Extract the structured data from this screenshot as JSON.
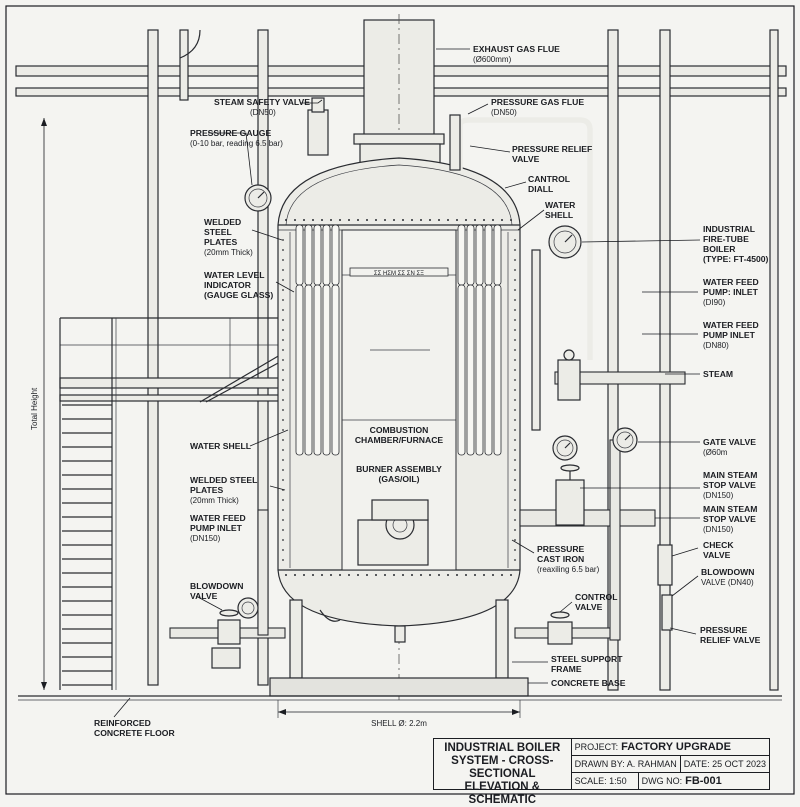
{
  "labels": {
    "exhaust_flue": "EXHAUST GAS FLUE",
    "exhaust_flue_sub": "(Ø600mm)",
    "steam_safety_valve": "STEAM SAFETY VALVE",
    "steam_safety_valve_sub": "(DN50)",
    "pressure_gas_flue": "PRESSURE GAS FLUE",
    "pressure_gas_flue_sub": "(DN50)",
    "pressure_gauge": "PRESSURE GAUGE",
    "pressure_gauge_sub": "(0-10 bar, reading 6.5 bar)",
    "pressure_relief_valve_top_1": "PRESSURE RELIEF",
    "pressure_relief_valve_top_2": "VALVE",
    "control_diall_1": "CANTROL",
    "control_diall_2": "DIALL",
    "water_shell_top_1": "WATER",
    "water_shell_top_2": "SHELL",
    "welded_plates_top_1": "WELDED",
    "welded_plates_top_2": "STEEL",
    "welded_plates_top_3": "PLATES",
    "welded_plates_top_sub": "(20mm Thick)",
    "industrial_boiler_1": "INDUSTRIAL",
    "industrial_boiler_2": "FIRE-TUBE",
    "industrial_boiler_3": "BOILER",
    "industrial_boiler_4": "(TYPE: FT-4500)",
    "water_level_1": "WATER LEVEL",
    "water_level_2": "INDICATOR",
    "water_level_3": "(GAUGE GLASS)",
    "feed_pump_upper_1": "WATER FEED",
    "feed_pump_upper_2": "PUMP: INLET",
    "feed_pump_upper_sub": "(DI90)",
    "feed_pump_lower_1": "WATER FEED",
    "feed_pump_lower_2": "PUMP INLET",
    "feed_pump_lower_sub": "(DN80)",
    "steam": "STEAM",
    "total_height": "Total Height",
    "water_shell_mid": "WATER SHELL",
    "combustion_1": "COMBUSTION",
    "combustion_2": "CHAMBER/FURNACE",
    "burner_1": "BURNER ASSEMBLY",
    "burner_2": "(GAS/OIL)",
    "gate_valve": "GATE VALVE",
    "gate_valve_sub": "(Ø60m",
    "welded_plates_bottom_1": "WELDED STEEL",
    "welded_plates_bottom_2": "PLATES",
    "welded_plates_bottom_sub": "(20mm Thick)",
    "main_stop_upper_1": "MAIN STEAM",
    "main_stop_upper_2": "STOP VALVE",
    "main_stop_upper_sub": "(DN150)",
    "main_stop_lower_1": "MAIN STEAM",
    "main_stop_lower_2": "STOP VALVE",
    "main_stop_lower_sub": "(DN150)",
    "feed_pump_left_1": "WATER FEED",
    "feed_pump_left_2": "PUMP INLET",
    "feed_pump_left_sub": "(DN150)",
    "pressure_cast_iron_1": "PRESSURE",
    "pressure_cast_iron_2": "CAST IRON",
    "pressure_cast_iron_sub": "(reaxiling 6.5 bar)",
    "check_valve_1": "CHECK",
    "check_valve_2": "VALVE",
    "blowdown_right_1": "BLOWDOWN",
    "blowdown_right_2": "VALVE (DN40)",
    "blowdown_left_1": "BLOWDOWN",
    "blowdown_left_2": "VALVE",
    "control_valve_1": "CONTROL",
    "control_valve_2": "VALVE",
    "relief_valve_bottom_1": "PRESSURE",
    "relief_valve_bottom_2": "RELIEF VALVE",
    "steel_support_1": "STEEL SUPPORT",
    "steel_support_2": "FRAME",
    "concrete_base": "CONCRETE BASE",
    "reinforced_floor_1": "REINFORCED",
    "reinforced_floor_2": "CONCRETE FLOOR",
    "shell_diameter": "SHELL Ø: 2.2m",
    "nameplate": "ΣΣ ΗΣΜ ΣΣ ΣΝ ΣΞ"
  },
  "title_block": {
    "title": "INDUSTRIAL BOILER SYSTEM - CROSS-SECTIONAL ELEVATION & SCHEMATIC",
    "project_label": "PROJECT:",
    "project_value": "FACTORY UPGRADE",
    "drawn_by": "DRAWN BY: A. RAHMAN",
    "date": "DATE: 25 OCT 2023",
    "scale": "SCALE: 1:50",
    "dwg_label": "DWG NO:",
    "dwg_value": "FB-001"
  },
  "colors": {
    "ink": "#1b1d22",
    "paper": "#f4f4f1",
    "steel": "#ecece7"
  },
  "gauge_reading": 6.5
}
